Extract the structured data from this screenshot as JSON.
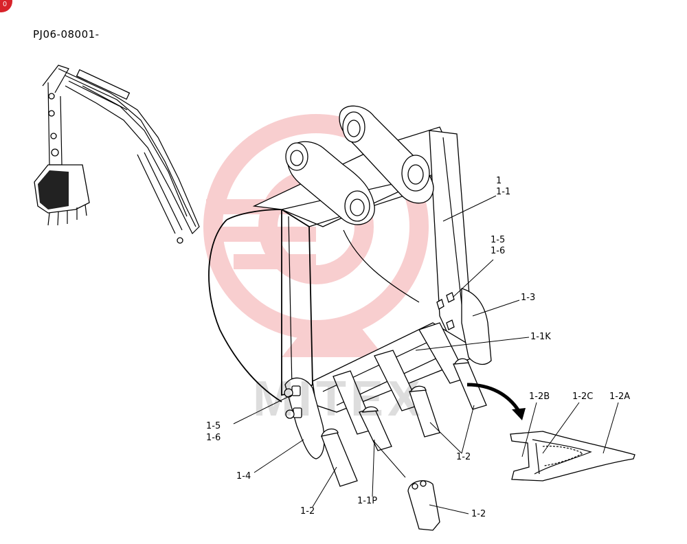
{
  "document": {
    "id": "PJ06-08001-"
  },
  "badge": {
    "text": "0",
    "color": "#d8232a"
  },
  "watermark": {
    "text": "MITEX",
    "color": "#e0232a"
  },
  "callouts": {
    "bucket": "1",
    "bucket_body": "1-1",
    "bolt_right": "1-5",
    "nut_right": "1-6",
    "side_cutter_right": "1-3",
    "tooth_kit": "1-1K",
    "bolt_left": "1-5",
    "nut_left": "1-6",
    "side_cutter_left": "1-4",
    "tooth_left": "1-2",
    "pin": "1-1P",
    "tooth_right": "1-2",
    "tooth_detached": "1-2",
    "adapter_b": "1-2B",
    "adapter_c": "1-2C",
    "adapter_a": "1-2A"
  }
}
